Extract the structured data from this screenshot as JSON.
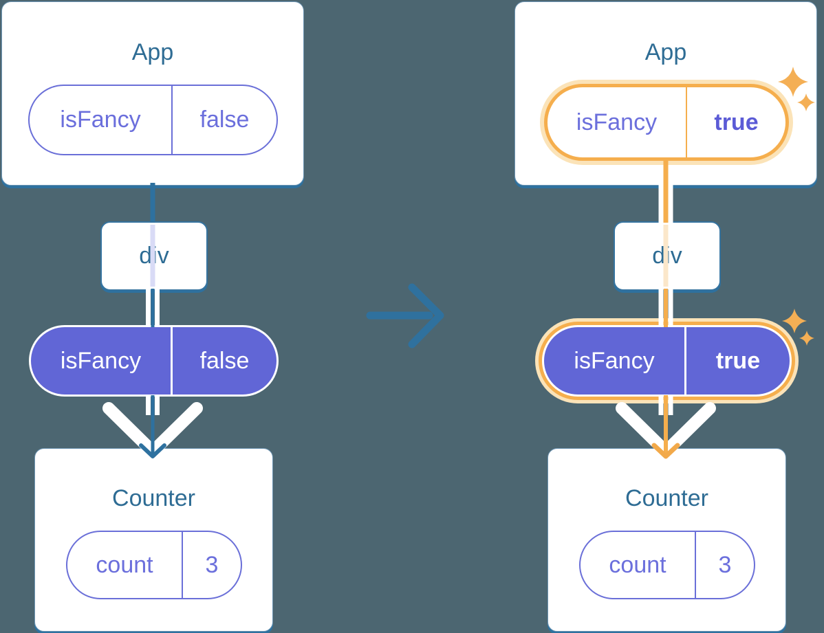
{
  "colors": {
    "background": "#4C6671",
    "card": "#FFFFFF",
    "tree_line_teal": "#2E719F",
    "heading_text": "#2E6C94",
    "pill_purple_fill": "#6166D6",
    "pill_purple_text": "#6B6FDC",
    "pill_bold_value_text": "#5B5BD6",
    "highlight_orange": "#F5AE4D",
    "highlight_orange_halo": "#FBE3B8",
    "sparkle_orange": "#F4AF55",
    "pill_text_on_purple": "#FFFFFF"
  },
  "before_tree": {
    "app": {
      "title": "App",
      "pill": {
        "key": "isFancy",
        "value": "false"
      }
    },
    "div": {
      "title": "div"
    },
    "prop_pill": {
      "key": "isFancy",
      "value": "false"
    },
    "counter": {
      "title": "Counter",
      "pill": {
        "key": "count",
        "value": "3"
      }
    }
  },
  "after_tree": {
    "app": {
      "title": "App",
      "pill": {
        "key": "isFancy",
        "value": "true"
      }
    },
    "div": {
      "title": "div"
    },
    "prop_pill": {
      "key": "isFancy",
      "value": "true"
    },
    "counter": {
      "title": "Counter",
      "pill": {
        "key": "count",
        "value": "3"
      }
    }
  }
}
